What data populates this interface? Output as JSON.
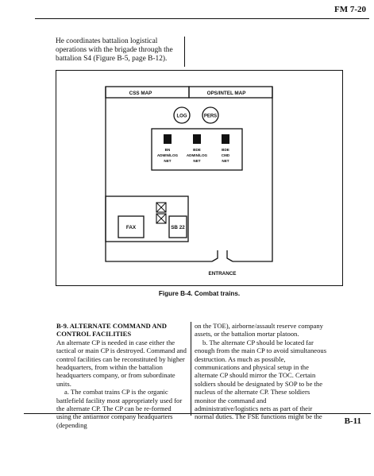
{
  "header": {
    "manual_id": "FM 7-20"
  },
  "intro_text": "He coordinates battalion logistical operations with the brigade through the battalion S4 (Figure B-5, page B-12).",
  "figure": {
    "map_left": "CSS MAP",
    "map_right": "OPS/INTEL MAP",
    "circle_log": "LOG",
    "circle_pers": "PERS",
    "radios": [
      {
        "line1": "BN",
        "line2": "ADMIN/LOG",
        "line3": "NET"
      },
      {
        "line1": "BDE",
        "line2": "ADMIN/LOG",
        "line3": "NET"
      },
      {
        "line1": "BDE",
        "line2": "CMD",
        "line3": "NET"
      }
    ],
    "fax": "FAX",
    "sb22": "SB 22",
    "entrance": "ENTRANCE",
    "caption": "Figure B-4. Combat trains."
  },
  "section": {
    "title_line1": "B-9. ALTERNATE COMMAND AND",
    "title_line2": "CONTROL FACILITIES",
    "left_para1": "An alternate CP is needed in case either the tactical or main CP is destroyed. Command and control facilities can be reconstituted by higher headquarters, from within the battalion headquarters company, or from subordinate units.",
    "left_para2": "a. The combat trains CP is the organic battlefield facility most appropriately used for the alternate CP. The CP can be re-formed using the antiarmor company headquarters (depending",
    "right_para1": "on the TOE), airborne/assault reserve company assets, or the battalion mortar platoon.",
    "right_para2": "b. The alternate CP should be located far enough from the main CP to avoid simultaneous destruction. As much as possible, communications and physical setup in the alternate CP should mirror the TOC. Certain soldiers should be designated by SOP to be the nucleus of the alternate CP. These soldiers monitor the command and administrative/logistics nets as part of their normal duties. The FSE functions might be the"
  },
  "footer": {
    "page_number": "B-11"
  }
}
